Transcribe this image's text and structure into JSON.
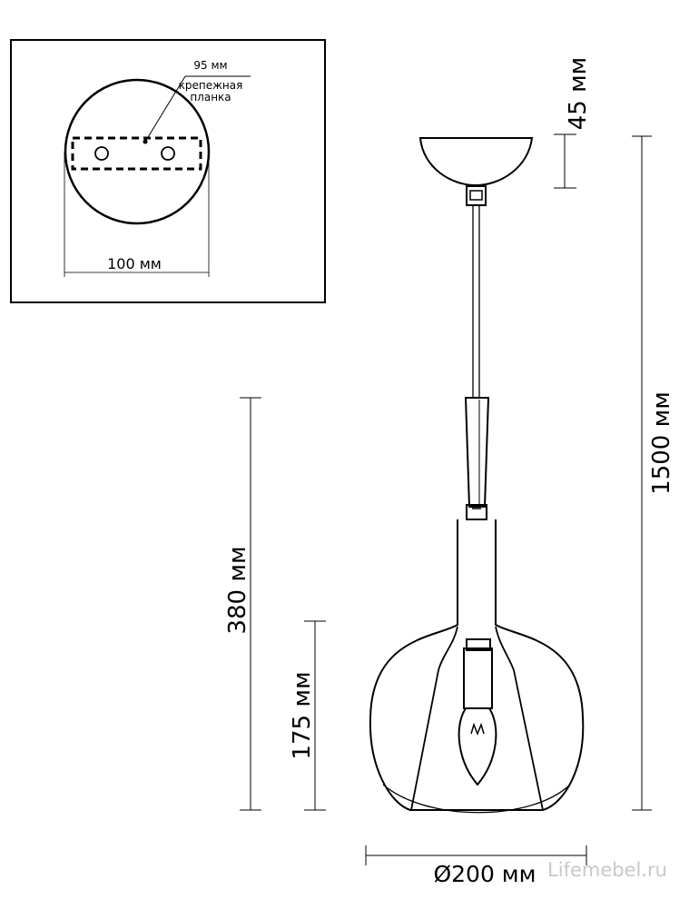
{
  "inset": {
    "plate_width_label": "95 мм",
    "plate_caption_line1": "крепежная",
    "plate_caption_line2": "планка",
    "canopy_diameter_label": "100 мм"
  },
  "dimensions": {
    "canopy_height": "45 мм",
    "total_height": "1500 мм",
    "shade_height": "380 мм",
    "bulb_height": "175 мм",
    "shade_diameter": "Ø200 мм"
  },
  "watermark": "Lifemebel.ru",
  "colors": {
    "line": "#000000",
    "background": "#ffffff",
    "watermark": "#c8c8c8"
  }
}
